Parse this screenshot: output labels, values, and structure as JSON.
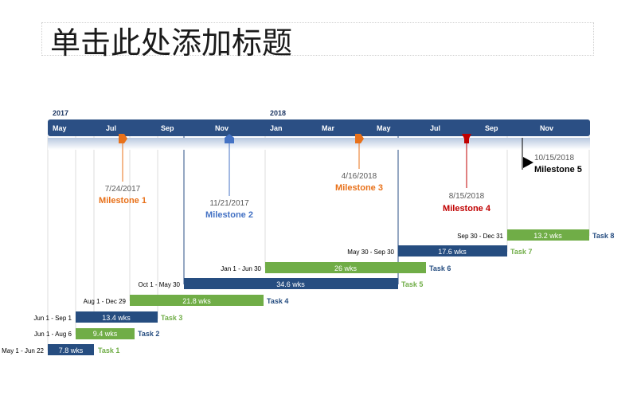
{
  "slide": {
    "title": "单击此处添加标题"
  },
  "timeline": {
    "years": [
      "2017",
      "2018"
    ],
    "months": [
      "May",
      "Jul",
      "Sep",
      "Nov",
      "Jan",
      "Mar",
      "May",
      "Jul",
      "Sep",
      "Nov"
    ]
  },
  "milestones": [
    {
      "label": "Milestone 1",
      "date": "7/24/2017",
      "color": "#e8711a",
      "shape": "pentagon"
    },
    {
      "label": "Milestone 2",
      "date": "11/21/2017",
      "color": "#4472c4",
      "shape": "pentagon"
    },
    {
      "label": "Milestone 3",
      "date": "4/16/2018",
      "color": "#e8711a",
      "shape": "pentagon"
    },
    {
      "label": "Milestone 4",
      "date": "8/15/2018",
      "color": "#c00000",
      "shape": "pin"
    },
    {
      "label": "Milestone 5",
      "date": "10/15/2018",
      "color": "#000000",
      "shape": "flag"
    }
  ],
  "tasks": [
    {
      "name": "Task 1",
      "range": "May 1 - Jun 22",
      "duration": "7.8 wks",
      "color": "#264d80"
    },
    {
      "name": "Task 2",
      "range": "Jun 1 - Aug 6",
      "duration": "9.4 wks",
      "color": "#70ad47"
    },
    {
      "name": "Task 3",
      "range": "Jun 1 - Sep 1",
      "duration": "13.4 wks",
      "color": "#264d80"
    },
    {
      "name": "Task 4",
      "range": "Aug 1 - Dec 29",
      "duration": "21.8 wks",
      "color": "#70ad47"
    },
    {
      "name": "Task 5",
      "range": "Oct 1 - May 30",
      "duration": "34.6 wks",
      "color": "#264d80"
    },
    {
      "name": "Task 6",
      "range": "Jan 1 - Jun 30",
      "duration": "26 wks",
      "color": "#70ad47"
    },
    {
      "name": "Task 7",
      "range": "May 30 - Sep 30",
      "duration": "17.6 wks",
      "color": "#264d80"
    },
    {
      "name": "Task 8",
      "range": "Sep 30 - Dec 31",
      "duration": "13.2 wks",
      "color": "#70ad47"
    }
  ],
  "colors": {
    "scale_bar": "#2b4f84",
    "year_text": "#1f3864",
    "date_text": "#595959"
  }
}
